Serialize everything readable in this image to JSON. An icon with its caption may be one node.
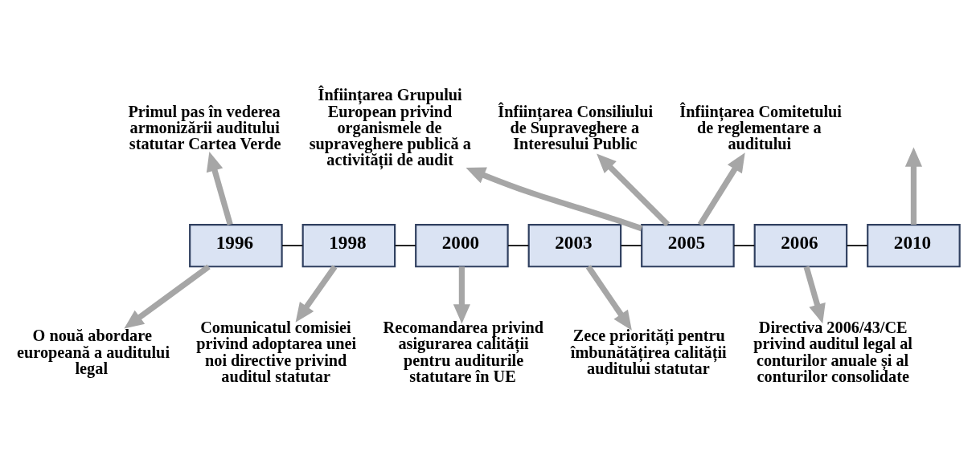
{
  "diagram": {
    "nodes": [
      {
        "text": [
          "1996"
        ]
      },
      {
        "text": [
          "1998"
        ]
      },
      {
        "text": [
          "2000"
        ]
      },
      {
        "text": [
          "2003"
        ]
      },
      {
        "text": [
          "2005"
        ]
      },
      {
        "text": [
          "2006"
        ]
      },
      {
        "text": [
          "2010"
        ]
      },
      {
        "text": [
          "Primul pas în vederea armonizării auditului statutar Cartea Verde"
        ]
      },
      {
        "text": [
          "O nouă abordare europeană a auditului legal"
        ]
      },
      {
        "text": [
          "Comunicatul comisiei privind adoptarea unei noi directive privind auditul statutar"
        ]
      },
      {
        "text": [
          "Recomandarea privind asigurarea calității pentru auditurile statutare în UE"
        ]
      },
      {
        "text": [
          "Înființarea Grupului European privind organismele de supraveghere publică a activității de audit"
        ]
      },
      {
        "text": [
          "Înființarea Consiliului de Supraveghere a Interesului Public"
        ]
      },
      {
        "text": [
          "Înființarea Comitetului de reglementare a auditului"
        ]
      },
      {
        "text": [
          "Zece priorități pentru îmbunătățirea calității auditului statutar"
        ]
      },
      {
        "text": [
          "Directiva 2006/43/CE privind auditul legal al conturilor anuale și al conturilor consolidate"
        ]
      }
    ],
    "edges": [
      {
        "from": 0,
        "to": 1,
        "arrow": "none",
        "color": "#000000"
      },
      {
        "from": 1,
        "to": 2,
        "arrow": "none",
        "color": "#000000"
      },
      {
        "from": 2,
        "to": 3,
        "arrow": "none",
        "color": "#000000"
      },
      {
        "from": 3,
        "to": 4,
        "arrow": "none",
        "color": "#000000"
      },
      {
        "from": 4,
        "to": 5,
        "arrow": "none",
        "color": "#000000"
      },
      {
        "from": 5,
        "to": 6,
        "arrow": "none",
        "color": "#000000"
      },
      {
        "from": 0,
        "to": 7,
        "arrow": "to"
      },
      {
        "from": 0,
        "to": 8,
        "arrow": "to"
      },
      {
        "from": 1,
        "to": 9,
        "arrow": "to"
      },
      {
        "from": 2,
        "to": 10,
        "arrow": "to"
      },
      {
        "from": 4,
        "to": 11,
        "arrow": "to"
      },
      {
        "from": 4,
        "to": 12,
        "arrow": "to"
      },
      {
        "from": 4,
        "to": 13,
        "arrow": "to"
      },
      {
        "from": 3,
        "to": 14,
        "arrow": "to"
      },
      {
        "from": 5,
        "to": 15,
        "arrow": "to"
      },
      {
        "from": 6,
        "to": null,
        "arrow": "to"
      }
    ]
  }
}
